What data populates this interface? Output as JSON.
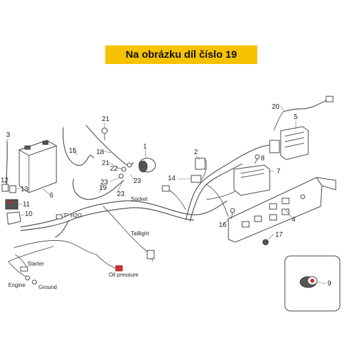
{
  "banner": {
    "text": "Na obrázku díl číslo 19",
    "color": "#f7c200"
  },
  "callouts": {
    "c1": "1",
    "c2": "2",
    "c3": "3",
    "c4": "4",
    "c5": "5",
    "c6": "6",
    "c7": "7",
    "c8": "8",
    "c9": "9",
    "c10": "10",
    "c11": "11",
    "c12": "12",
    "c13": "13",
    "c14": "14",
    "c15": "15",
    "c16": "16",
    "c17": "17",
    "c18": "18",
    "c19": "19",
    "c20": "20",
    "c21a": "21",
    "c21b": "21",
    "c22": "22",
    "c23a": "23",
    "c23b": "23"
  },
  "labels": {
    "socket": "Socket",
    "t_h2o": "T° H2O",
    "taillight": "Taillight",
    "oil_pressure": "Oil pressure",
    "starter": "Starter",
    "engine": "Engine",
    "ground": "Ground"
  }
}
